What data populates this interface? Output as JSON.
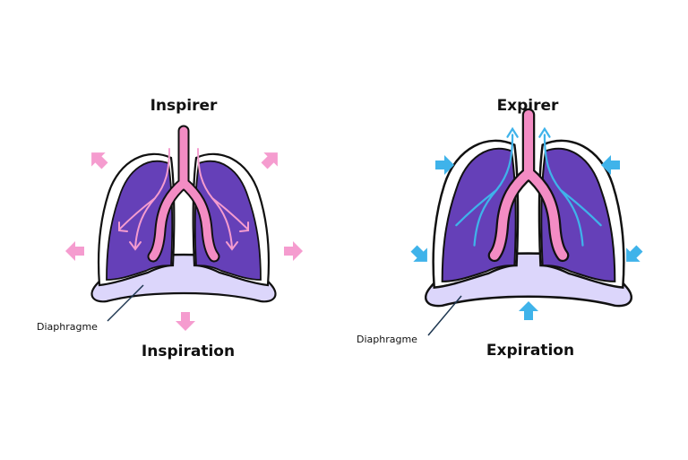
{
  "inspiration": {
    "top_label": "Inspirer",
    "bottom_label": "Inspiration",
    "diaphragm_label": "Diaphragme",
    "arrow_color": "#f59ccf",
    "airway_color": "#f38cc4",
    "flow_direction": "inward"
  },
  "expiration": {
    "top_label": "Expirer",
    "bottom_label": "Expiration",
    "diaphragm_label": "Diaphragme",
    "arrow_color": "#3fb3ea",
    "airway_color": "#f38cc4",
    "flow_direction": "outward"
  },
  "colors": {
    "lung": "#6540b8",
    "diaphragm": "#dcd6fb",
    "outline": "#111111"
  }
}
